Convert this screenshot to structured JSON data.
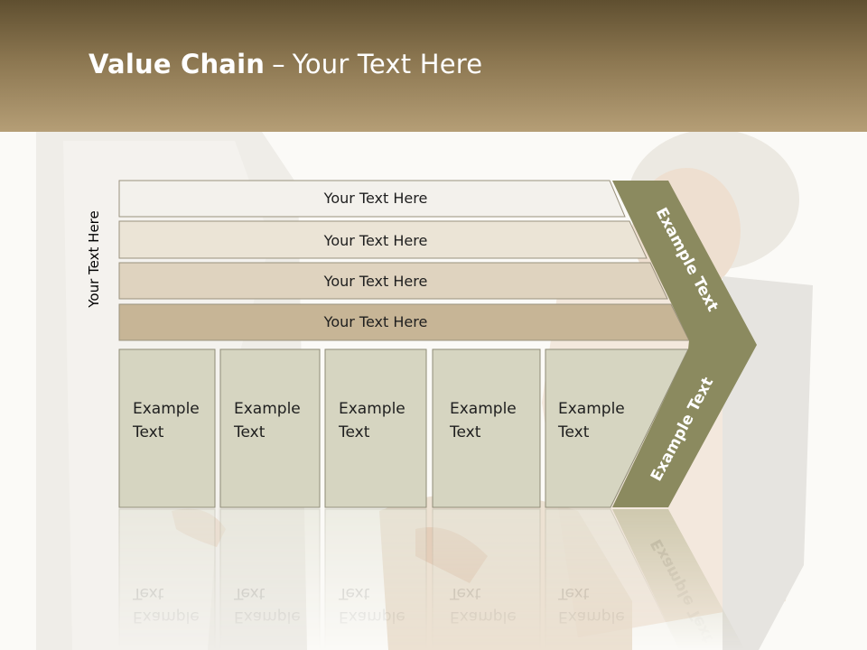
{
  "slide": {
    "title_bold": "Value Chain",
    "title_dash": "–",
    "title_rest": "Your Text Here"
  },
  "side_label": "Your Text Here",
  "support_bars": [
    {
      "label": "Your Text Here",
      "color": "#f3f1ec"
    },
    {
      "label": "Your Text Here",
      "color": "#ebe4d6"
    },
    {
      "label": "Your Text Here",
      "color": "#dfd3bf"
    },
    {
      "label": "Your Text Here",
      "color": "#c7b596"
    }
  ],
  "primary_blocks": [
    {
      "line1": "Example",
      "line2": "Text"
    },
    {
      "line1": "Example",
      "line2": "Text"
    },
    {
      "line1": "Example",
      "line2": "Text"
    },
    {
      "line1": "Example",
      "line2": "Text"
    },
    {
      "line1": "Example",
      "line2": "Text"
    }
  ],
  "margin_arrow": {
    "upper_label": "Example Text",
    "lower_label": "Example Text",
    "color": "#8b8a5f"
  },
  "colors": {
    "header_top": "#5f4f30",
    "header_bottom": "#b59e76",
    "block_fill": "#d6d5c1",
    "block_stroke": "#8f8c76"
  }
}
